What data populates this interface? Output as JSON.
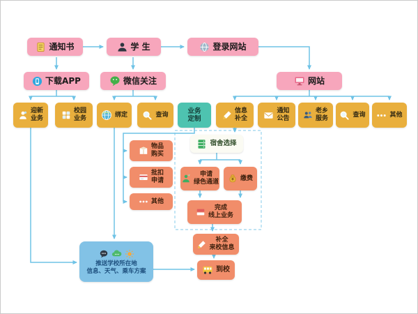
{
  "diagram": {
    "nodes": {
      "notice": {
        "label": "通知书",
        "icon": "document-icon"
      },
      "student": {
        "label": "学 生",
        "icon": "student-icon"
      },
      "login": {
        "label": "登录网站",
        "icon": "globe-icon"
      },
      "app": {
        "label": "下载APP",
        "icon": "phone-app-icon"
      },
      "wechat": {
        "label": "微信关注",
        "icon": "wechat-icon"
      },
      "website": {
        "label": "网站",
        "icon": "monitor-icon"
      },
      "welcome_biz": {
        "label": "迎新\n业务",
        "icon": "person-icon"
      },
      "campus_biz": {
        "label": "校园\n业务",
        "icon": "grid-icon"
      },
      "bind": {
        "label": "绑定",
        "icon": "globe-link-icon"
      },
      "query_wechat": {
        "label": "查询",
        "icon": "magnifier-icon"
      },
      "biz_custom": {
        "label": "业务\n定制"
      },
      "info_complete": {
        "label": "信息\n补全",
        "icon": "pencil-icon"
      },
      "notice_board": {
        "label": "通知\n公告",
        "icon": "envelope-icon"
      },
      "hometown_service": {
        "label": "老乡\n服务",
        "icon": "people-icon"
      },
      "query_web": {
        "label": "查询",
        "icon": "magnifier-icon"
      },
      "other_web": {
        "label": "其他",
        "icon": "ellipsis-icon"
      },
      "goods_buy": {
        "label": "物品\n购买",
        "icon": "package-icon"
      },
      "batch_deduct": {
        "label": "批扣\n申请",
        "icon": "card-icon"
      },
      "other_biz": {
        "label": "其他",
        "icon": "ellipsis-icon"
      },
      "dorm_select": {
        "label": "宿舍选择",
        "icon": "locker-icon"
      },
      "green_channel": {
        "label": "申请\n绿色通道",
        "icon": "green-person-icon"
      },
      "pay_fee": {
        "label": "缴费",
        "icon": "moneybag-icon"
      },
      "finish_online": {
        "label": "完成\n线上业务",
        "icon": "cards-icon"
      },
      "arrival_info": {
        "label": "补全\n来校信息",
        "icon": "pencil-icon"
      },
      "arrive_school": {
        "label": "到校",
        "icon": "bus-icon"
      },
      "push_panel": {
        "label": "推送学校所在地\n信息、天气、乘车方案",
        "icons": [
          "chat-bubble-icon",
          "cloud-icon",
          "sun-icon"
        ]
      }
    },
    "colors": {
      "arrow": "#6FC3E6",
      "pink": "#F7A6BC",
      "gold": "#E9AF3D",
      "teal": "#4EC3B0",
      "orange": "#F18D6A",
      "panel_blue": "#82C2E6",
      "dashed_border": "#9AD4EE"
    }
  }
}
